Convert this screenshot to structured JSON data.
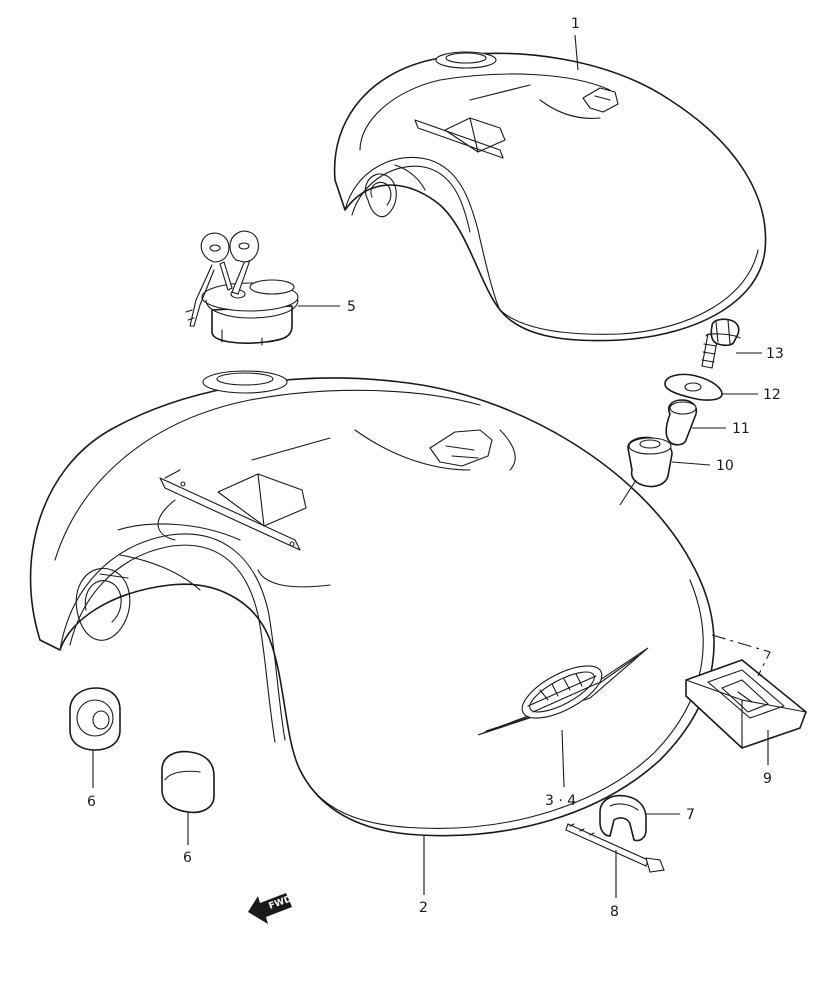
{
  "callouts": {
    "c1": "1",
    "c2": "2",
    "c34": "3 · 4",
    "c5": "5",
    "c6a": "6",
    "c6b": "6",
    "c7": "7",
    "c8": "8",
    "c9": "9",
    "c10": "10",
    "c11": "11",
    "c12": "12",
    "c13": "13"
  },
  "fwd_label": "FWD",
  "colors": {
    "ink": "#1a1a1a",
    "paper": "#ffffff"
  }
}
